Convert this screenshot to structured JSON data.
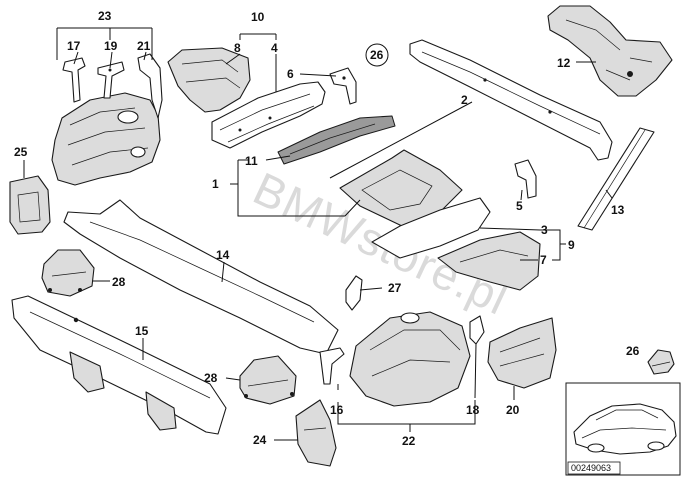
{
  "diagram": {
    "callouts": [
      {
        "id": "1",
        "text": "1"
      },
      {
        "id": "2",
        "text": "2"
      },
      {
        "id": "3",
        "text": "3"
      },
      {
        "id": "4",
        "text": "4"
      },
      {
        "id": "5",
        "text": "5"
      },
      {
        "id": "6",
        "text": "6"
      },
      {
        "id": "7",
        "text": "7"
      },
      {
        "id": "8",
        "text": "8"
      },
      {
        "id": "9",
        "text": "9"
      },
      {
        "id": "10",
        "text": "10"
      },
      {
        "id": "11",
        "text": "11"
      },
      {
        "id": "12",
        "text": "12"
      },
      {
        "id": "13",
        "text": "13"
      },
      {
        "id": "14",
        "text": "14"
      },
      {
        "id": "15",
        "text": "15"
      },
      {
        "id": "16",
        "text": "16"
      },
      {
        "id": "17",
        "text": "17"
      },
      {
        "id": "18",
        "text": "18"
      },
      {
        "id": "19",
        "text": "19"
      },
      {
        "id": "20",
        "text": "20"
      },
      {
        "id": "21",
        "text": "21"
      },
      {
        "id": "22",
        "text": "22"
      },
      {
        "id": "23",
        "text": "23"
      },
      {
        "id": "24",
        "text": "24"
      },
      {
        "id": "25",
        "text": "25"
      },
      {
        "id": "26a",
        "text": "26"
      },
      {
        "id": "26b",
        "text": "26"
      },
      {
        "id": "27",
        "text": "27"
      },
      {
        "id": "28a",
        "text": "28"
      },
      {
        "id": "28b",
        "text": "28"
      }
    ],
    "watermark": "BMWstore.pl",
    "reference_number": "00249063"
  }
}
